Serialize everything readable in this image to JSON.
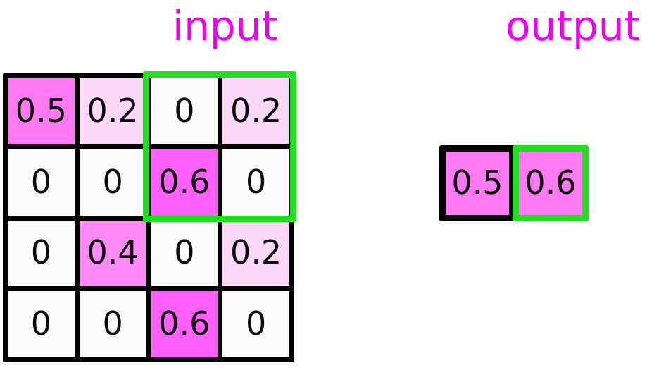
{
  "labels": {
    "input": "input",
    "output": "output"
  },
  "colors": {
    "label": "#ee00ee",
    "window_highlight": "#22dd22",
    "grid_line": "#000000",
    "cell_empty": "#fbfbfb",
    "cell_0_2": "#fcd8f8",
    "cell_0_4": "#ff8bf7",
    "cell_0_5": "#ff79f2",
    "cell_0_6": "#ff5ffb"
  },
  "input_matrix": {
    "rows": 4,
    "cols": 4,
    "cells": [
      {
        "value": "0.5",
        "shade": "v05"
      },
      {
        "value": "0.2",
        "shade": "v02"
      },
      {
        "value": "0",
        "shade": "v0"
      },
      {
        "value": "0.2",
        "shade": "v02"
      },
      {
        "value": "0",
        "shade": "v0"
      },
      {
        "value": "0",
        "shade": "v0"
      },
      {
        "value": "0.6",
        "shade": "v06"
      },
      {
        "value": "0",
        "shade": "v0"
      },
      {
        "value": "0",
        "shade": "v0"
      },
      {
        "value": "0.4",
        "shade": "v04"
      },
      {
        "value": "0",
        "shade": "v0"
      },
      {
        "value": "0.2",
        "shade": "v02"
      },
      {
        "value": "0",
        "shade": "v0"
      },
      {
        "value": "0",
        "shade": "v0"
      },
      {
        "value": "0.6",
        "shade": "v06"
      },
      {
        "value": "0",
        "shade": "v0"
      }
    ]
  },
  "pool_window": {
    "covers_columns": "3-4",
    "covers_rows": "1-2",
    "outline_color": "#22dd22"
  },
  "output_matrix": {
    "rows": 1,
    "cols": 2,
    "cells": [
      {
        "value": "0.5",
        "shade": "v05",
        "outline": "#000000"
      },
      {
        "value": "0.6",
        "shade": "v05",
        "outline": "#22dd22"
      }
    ]
  },
  "chart_data": {
    "type": "heatmap",
    "title": "",
    "xlabel": "",
    "ylabel": "",
    "panels": [
      {
        "name": "input",
        "rows": 4,
        "cols": 4,
        "values": [
          [
            0.5,
            0.2,
            0.0,
            0.2
          ],
          [
            0.0,
            0.0,
            0.6,
            0.0
          ],
          [
            0.0,
            0.4,
            0.0,
            0.2
          ],
          [
            0.0,
            0.0,
            0.6,
            0.0
          ]
        ],
        "annotation": "green outline marks the 2x2 pooling window over rows 1-2, columns 3-4"
      },
      {
        "name": "output",
        "rows": 1,
        "cols": 2,
        "values": [
          [
            0.5,
            0.6
          ]
        ],
        "annotation": "green outline marks the pooled result 0.6 from the highlighted input window"
      }
    ],
    "colorscale": [
      "#fbfbfb",
      "#fcd8f8",
      "#ff8bf7",
      "#ff79f2",
      "#ff5ffb"
    ],
    "legend": "none",
    "grid": true
  }
}
